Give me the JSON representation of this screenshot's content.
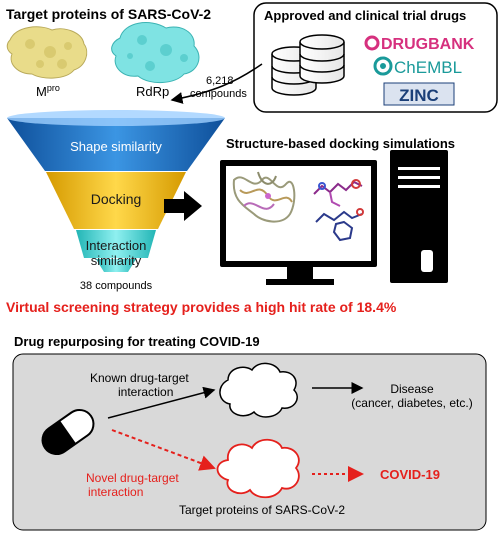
{
  "targets": {
    "title": "Target proteins of SARS-CoV-2",
    "mpro_base": "M",
    "mpro_sup": "pro",
    "rdrp": "RdRp"
  },
  "drugs": {
    "title": "Approved and clinical trial drugs",
    "drugbank": "DRUGBANK",
    "chembl": "ChEMBL",
    "zinc": "ZINC",
    "compound_count": "6,218",
    "compound_unit": "compounds"
  },
  "funnel": {
    "stage1": "Shape similarity",
    "stage2": "Docking",
    "stage3_line1": "Interaction",
    "stage3_line2": "similarity",
    "result": "38 compounds"
  },
  "docking": {
    "title": "Structure-based docking simulations"
  },
  "hit_rate_banner": "Virtual screening strategy provides a high hit rate of 18.4%",
  "repurposing": {
    "title": "Drug repurposing for treating COVID-19",
    "known_line1": "Known drug-target",
    "known_line2": "interaction",
    "disease": "Disease",
    "disease_examples": "(cancer, diabetes, etc.)",
    "novel_line1": "Novel drug-target",
    "novel_line2": "interaction",
    "covid": "COVID-19",
    "targets_caption": "Target proteins of SARS-CoV-2"
  },
  "colors": {
    "funnel_blue": "#1e74c9",
    "funnel_yellow": "#f5c21a",
    "funnel_cyan": "#4fd6d6",
    "alert_red": "#e5201c",
    "panel_gray": "#d9d9d9",
    "drugbank_magenta": "#d6307e",
    "chembl_teal": "#1a9a9a",
    "zinc_navy": "#1b3f78",
    "mpro_yellow": "#e9dc8a",
    "rdrp_cyan": "#7fe3e3"
  }
}
